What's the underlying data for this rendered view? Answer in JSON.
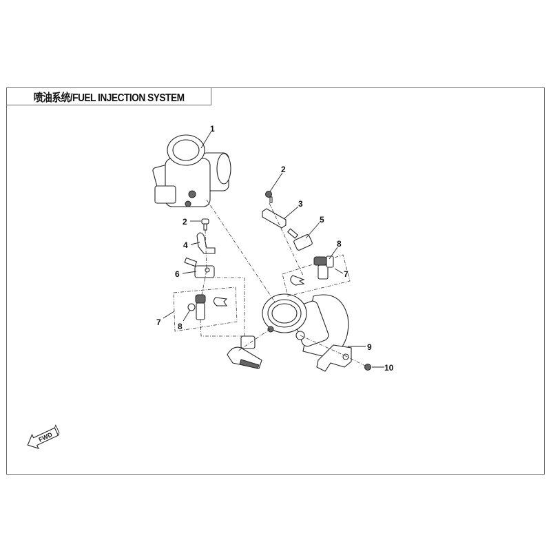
{
  "title": "喷油系统/FUEL INJECTION SYSTEM",
  "direction_marker": "FWD",
  "callouts": [
    {
      "label": "1"
    },
    {
      "label": "2"
    },
    {
      "label": "3"
    },
    {
      "label": "2"
    },
    {
      "label": "4"
    },
    {
      "label": "5"
    },
    {
      "label": "6"
    },
    {
      "label": "8"
    },
    {
      "label": "7"
    },
    {
      "label": "7"
    },
    {
      "label": "8"
    },
    {
      "label": "9"
    },
    {
      "label": "10"
    }
  ]
}
